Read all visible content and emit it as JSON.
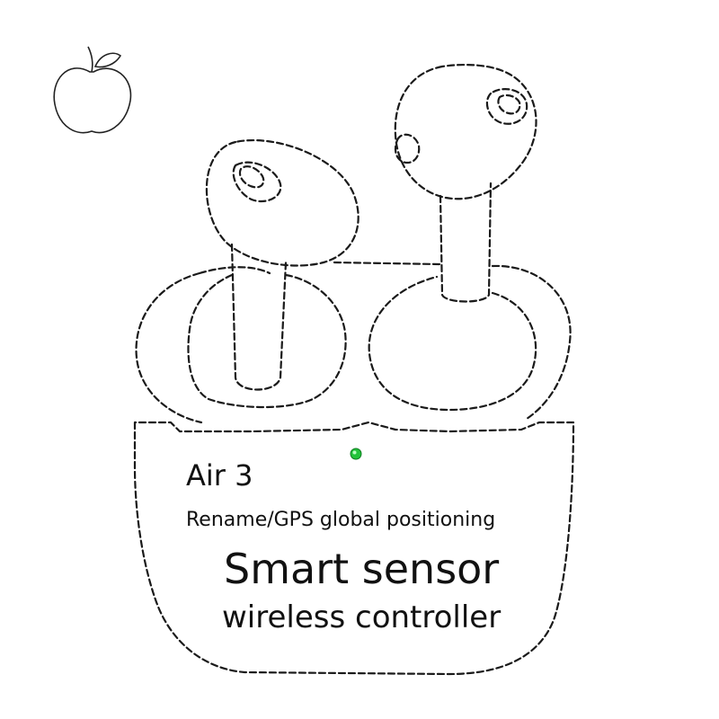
{
  "product": {
    "model": "Air 3",
    "feature": "Rename/GPS global positioning",
    "headline": "Smart sensor",
    "subline": "wireless controller"
  },
  "icons": {
    "logo": "apple-logo-icon",
    "indicator": "status-led-icon"
  },
  "colors": {
    "outline": "#1a1a1a",
    "led": "#22c33a",
    "background": "#ffffff"
  }
}
